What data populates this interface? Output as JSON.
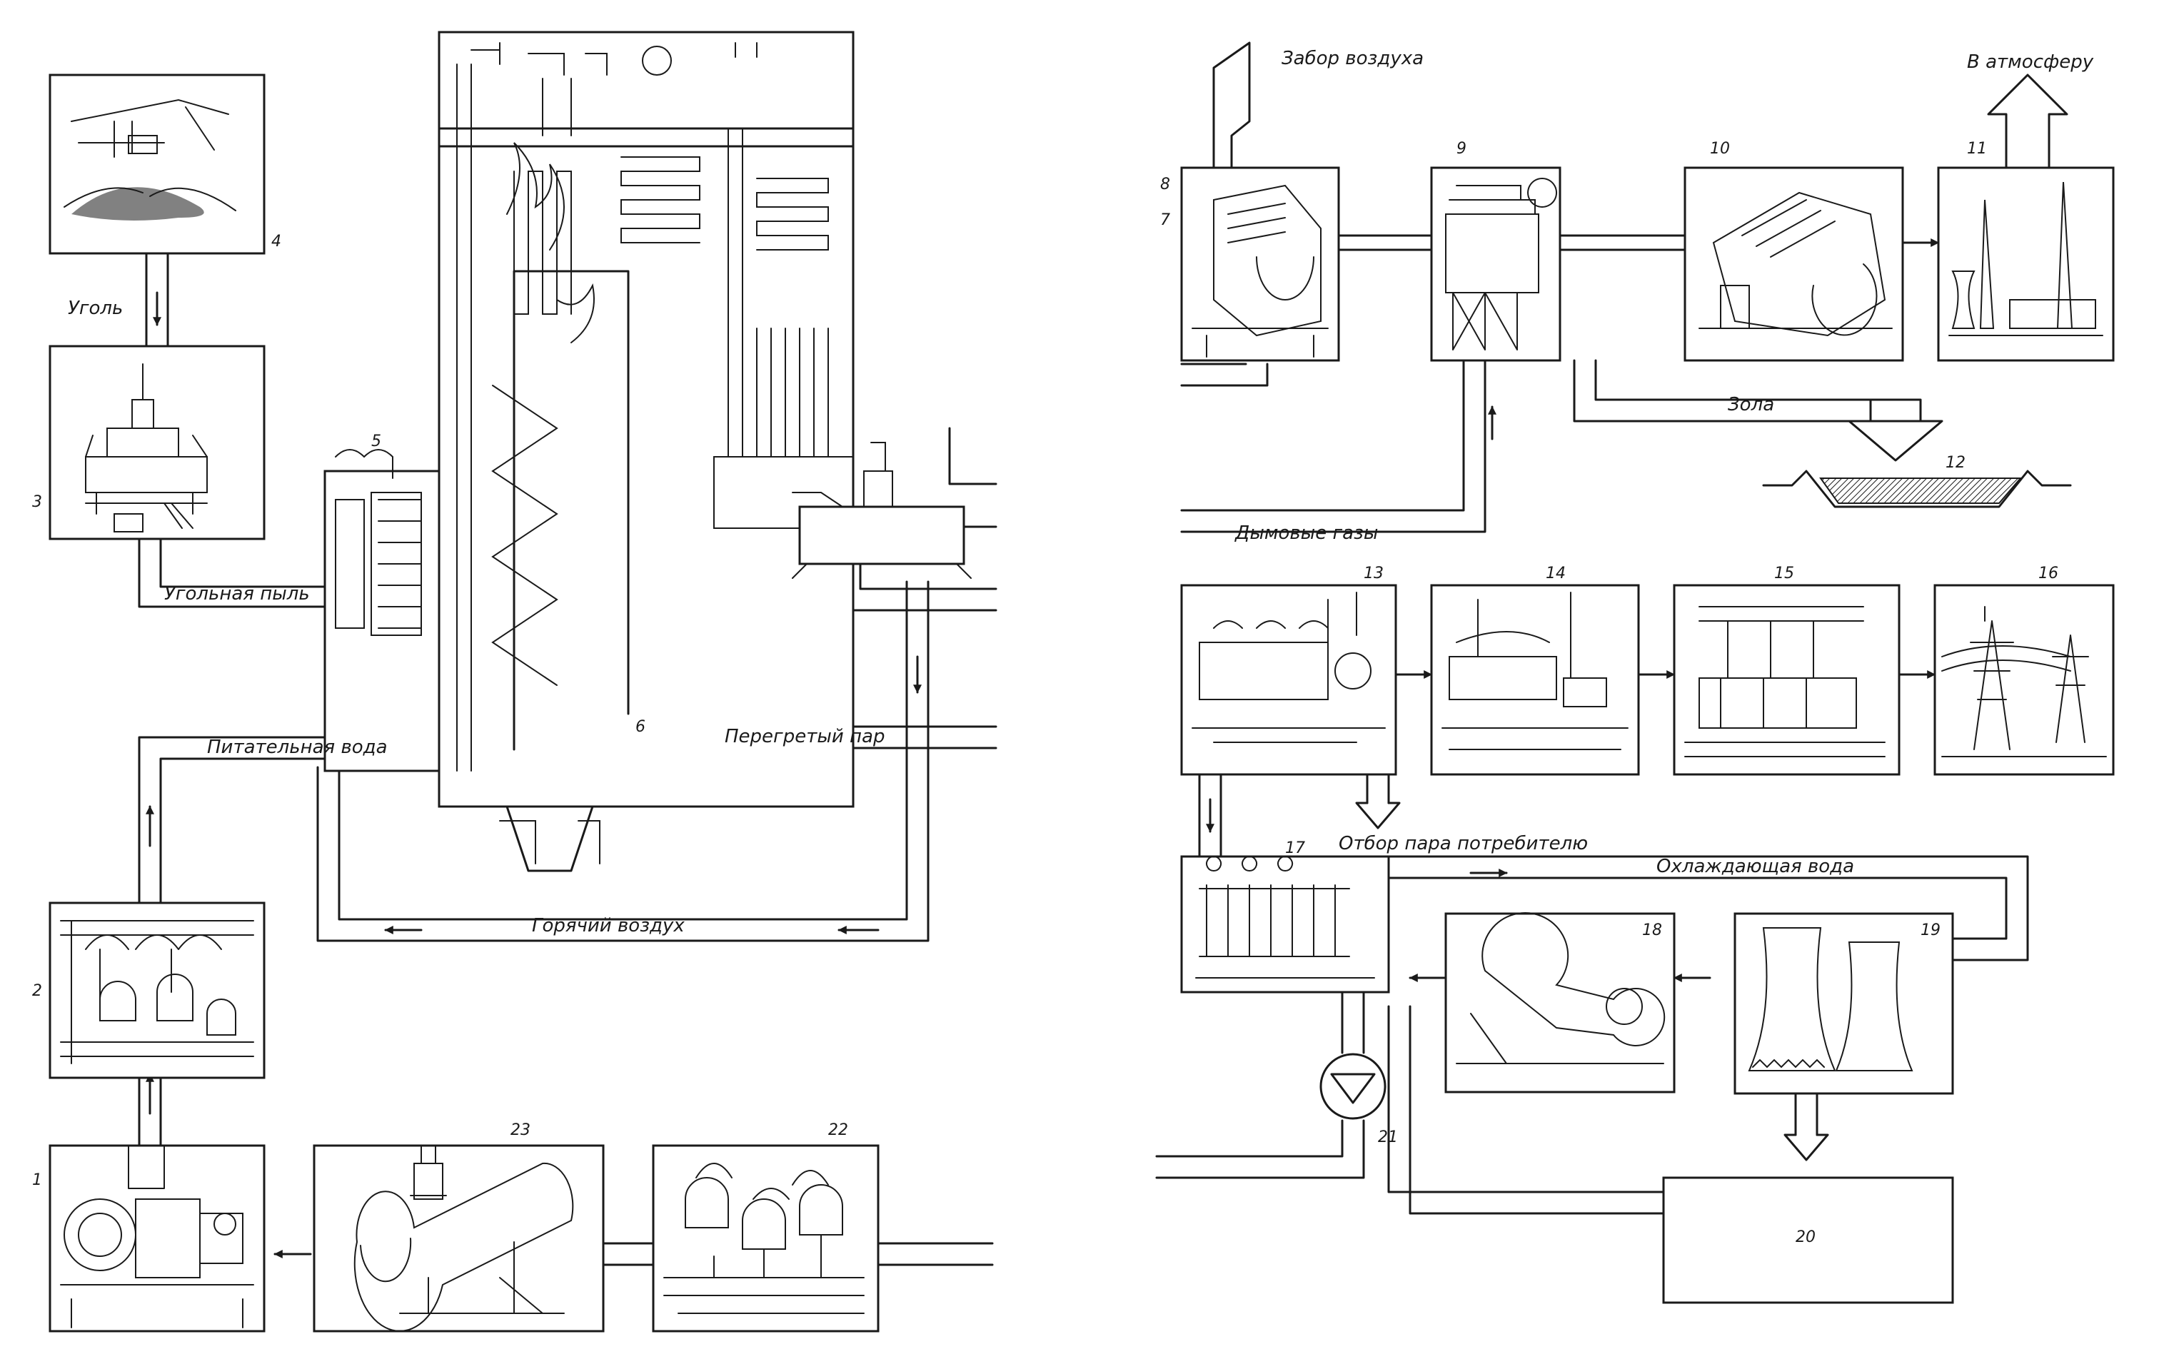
{
  "labels": {
    "coal": "Уголь",
    "coal_dust": "Угольная пыль",
    "feed_water": "Питательная вода",
    "superheated_steam": "Перегретый пар",
    "hot_air": "Горячий воздух",
    "air_intake": "Забор воздуха",
    "to_atmosphere": "В атмосферу",
    "ash": "Зола",
    "flue_gases": "Дымовые газы",
    "steam_to_consumer": "Отбор пара потребителю",
    "cooling_water": "Охлаждающая вода"
  },
  "numbers": {
    "n1": "1",
    "n2": "2",
    "n3": "3",
    "n4": "4",
    "n5": "5",
    "n6": "6",
    "n7": "7",
    "n8": "8",
    "n9": "9",
    "n10": "10",
    "n11": "11",
    "n12": "12",
    "n13": "13",
    "n14": "14",
    "n15": "15",
    "n16": "16",
    "n17": "17",
    "n18": "18",
    "n19": "19",
    "n20": "20",
    "n21": "21",
    "n22": "22",
    "n23": "23"
  },
  "icons": {
    "arrow": "arrow-icon",
    "pump": "pump-icon",
    "cooling_tower": "cooling-tower-icon",
    "power_pylon": "power-pylon-icon",
    "chimney": "chimney-icon"
  },
  "colors": {
    "ink": "#1a1a1a",
    "paper": "#ffffff"
  }
}
